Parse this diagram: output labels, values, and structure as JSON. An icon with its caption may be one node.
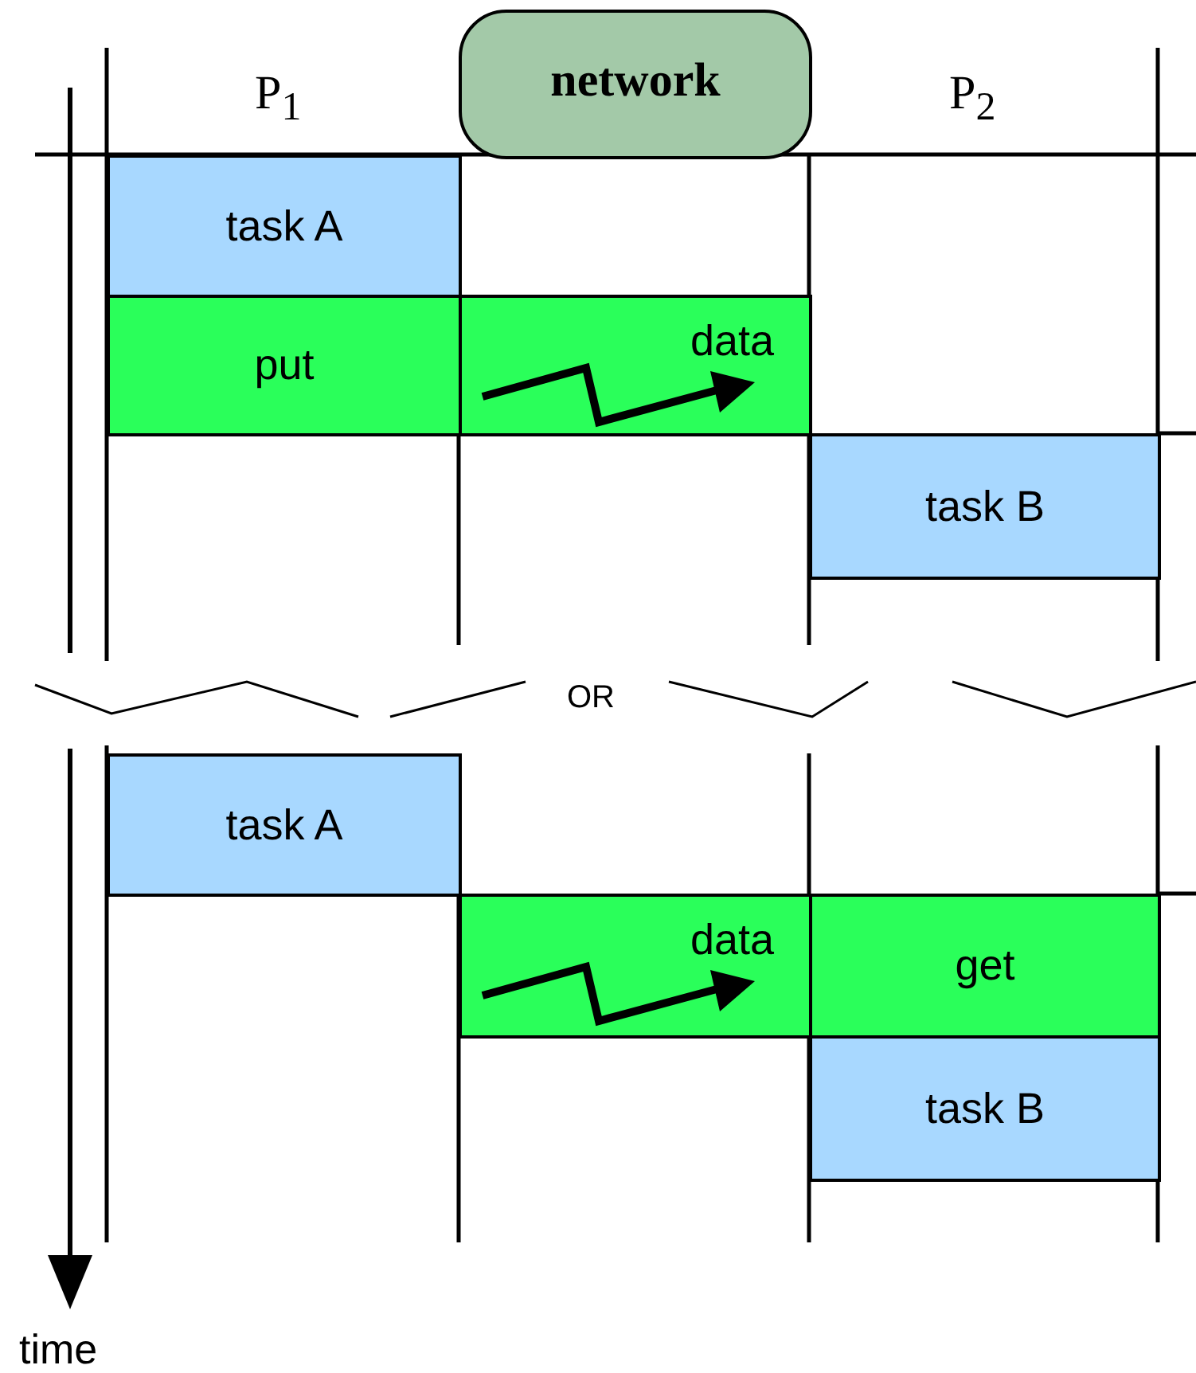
{
  "diagram": {
    "nodes": [
      {
        "text": [
          "network"
        ]
      },
      {
        "text": [
          "task A"
        ]
      },
      {
        "text": [
          "put"
        ]
      },
      {
        "text": [
          "data"
        ]
      },
      {
        "text": [
          "task B"
        ]
      },
      {
        "text": [
          "task A"
        ]
      },
      {
        "text": [
          "data"
        ]
      },
      {
        "text": [
          "get"
        ]
      },
      {
        "text": [
          "task B"
        ]
      }
    ],
    "labels": [
      "P$_{1}$",
      "P$_{2}$",
      "OR",
      "time"
    ]
  }
}
